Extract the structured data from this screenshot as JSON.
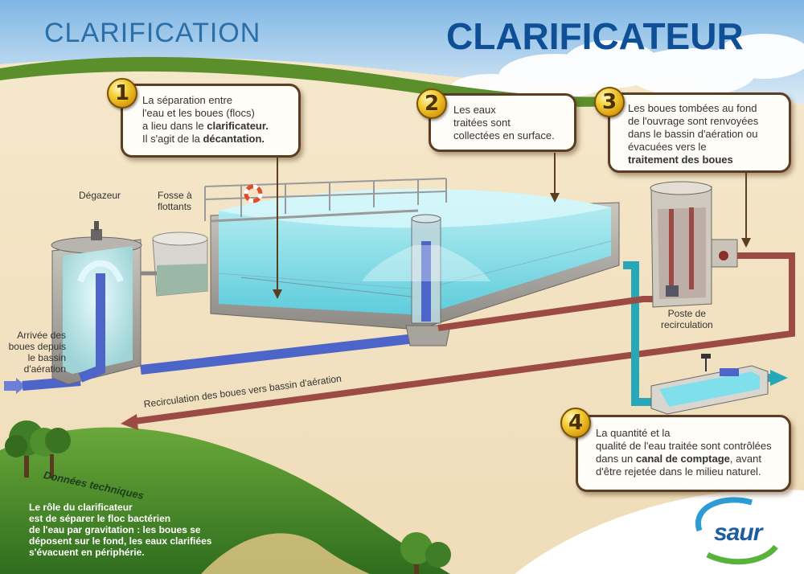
{
  "titles": {
    "section": "CLARIFICATION",
    "main": "CLARIFICATEUR"
  },
  "steps": [
    {
      "number": "1",
      "parts": [
        {
          "t": "La séparation entre\nl'eau et les boues (flocs)\na lieu dans le ",
          "b": false
        },
        {
          "t": "clarificateur.",
          "b": true
        },
        {
          "t": "\nIl s'agit de la ",
          "b": false
        },
        {
          "t": "décantation.",
          "b": true
        }
      ]
    },
    {
      "number": "2",
      "parts": [
        {
          "t": "Les eaux\ntraitées sont\ncollectées en surface.",
          "b": false
        }
      ]
    },
    {
      "number": "3",
      "parts": [
        {
          "t": "Les boues tombées au fond\nde l'ouvrage sont renvoyées\ndans le bassin d'aération ou\névacuées vers le\n",
          "b": false
        },
        {
          "t": "traitement des boues",
          "b": true
        }
      ]
    },
    {
      "number": "4",
      "parts": [
        {
          "t": "La quantité et la\nqualité de l'eau traitée sont contrôlées\ndans un ",
          "b": false
        },
        {
          "t": "canal de comptage",
          "b": true
        },
        {
          "t": ", avant\nd'être rejetée dans le milieu naturel.",
          "b": false
        }
      ]
    }
  ],
  "labels": {
    "degazeur": "Dégazeur",
    "fosse": "Fosse à\nflottants",
    "arrivee": "Arrivée des\nboues depuis\nle bassin\nd'aération",
    "poste": "Poste de\nrecirculation",
    "recirculation": "Recirculation des boues vers bassin d'aération"
  },
  "technical": {
    "title": "Données techniques",
    "text": "Le rôle du clarificateur\nest de séparer le floc bactérien\nde l'eau par gravitation : les boues se\ndéposent sur le fond, les eaux clarifiées\ns'évacuent en périphérie."
  },
  "logo": {
    "text": "saur"
  },
  "colors": {
    "title_main": "#0f4f95",
    "title_section": "#2a6fa8",
    "callout_border": "#5b3d22",
    "number_badge": "#f4cf3a",
    "water": "#7fe0ec",
    "pipe_inflow": "#4d64c8",
    "pipe_recirculation": "#9c4a44",
    "pipe_treated": "#27a8b8",
    "hill_green": "#4f8f2e"
  }
}
